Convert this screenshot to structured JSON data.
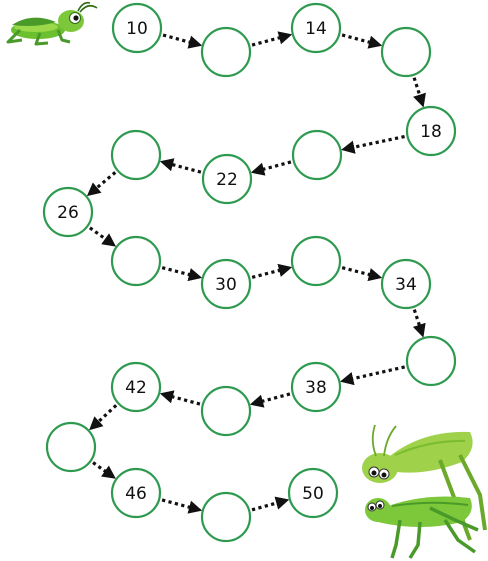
{
  "sequence": {
    "nodes": [
      {
        "label": "10"
      },
      {
        "label": ""
      },
      {
        "label": "14"
      },
      {
        "label": ""
      },
      {
        "label": "18"
      },
      {
        "label": ""
      },
      {
        "label": "22"
      },
      {
        "label": ""
      },
      {
        "label": "26"
      },
      {
        "label": ""
      },
      {
        "label": "30"
      },
      {
        "label": ""
      },
      {
        "label": "34"
      },
      {
        "label": ""
      },
      {
        "label": "38"
      },
      {
        "label": ""
      },
      {
        "label": "42"
      },
      {
        "label": ""
      },
      {
        "label": "46"
      },
      {
        "label": ""
      },
      {
        "label": "50"
      }
    ]
  },
  "colors": {
    "circle_stroke": "#2e9a4f",
    "arrow": "#111111",
    "grasshopper_light": "#8dcf3b",
    "grasshopper_dark": "#4a9a2a"
  },
  "decorations": {
    "top_left": "grasshopper-icon",
    "bottom_right": "two-grasshoppers-icon"
  }
}
